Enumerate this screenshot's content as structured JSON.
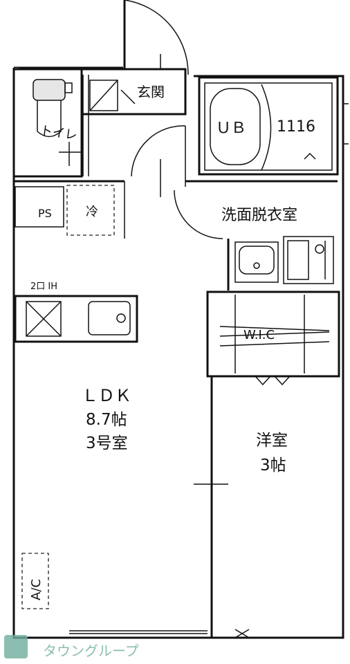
{
  "rooms": {
    "entrance": "玄関",
    "toilet": "トイレ",
    "unit_bath": "ＵＢ",
    "unit_bath_size": "1116",
    "washroom": "洗面脱衣室",
    "pipe_space": "PS",
    "fridge": "冷",
    "stove": "2口 IH",
    "wic": "W.I.C",
    "ldk_label": "ＬＤＫ",
    "ldk_size": "8.7帖",
    "unit_no": "3号室",
    "western_label": "洋室",
    "western_size": "3帖",
    "aircon": "A/C"
  },
  "watermark": {
    "text": "タウングループ",
    "color": "#6fae9e"
  }
}
